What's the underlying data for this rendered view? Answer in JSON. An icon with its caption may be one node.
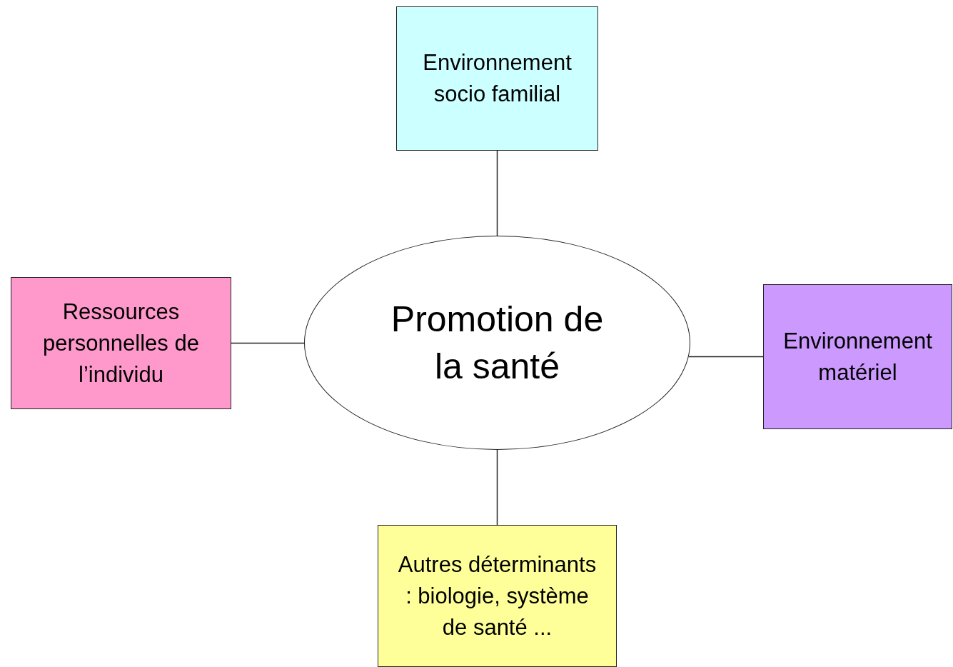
{
  "diagram": {
    "nodes": [
      {
        "text": [
          "Environnement socio familial"
        ]
      },
      {
        "text": [
          "Ressources personnelles de l’individu"
        ]
      },
      {
        "text": [
          "Promotion de la santé"
        ]
      },
      {
        "text": [
          "Environnement matériel"
        ]
      },
      {
        "text": [
          "Autres déterminants : biologie, système de santé ..."
        ]
      }
    ],
    "edges": [
      {
        "from": 2,
        "to": 0,
        "arrow": "none"
      },
      {
        "from": 2,
        "to": 1,
        "arrow": "none"
      },
      {
        "from": 2,
        "to": 3,
        "arrow": "none"
      },
      {
        "from": 2,
        "to": 4,
        "arrow": "none"
      }
    ]
  }
}
